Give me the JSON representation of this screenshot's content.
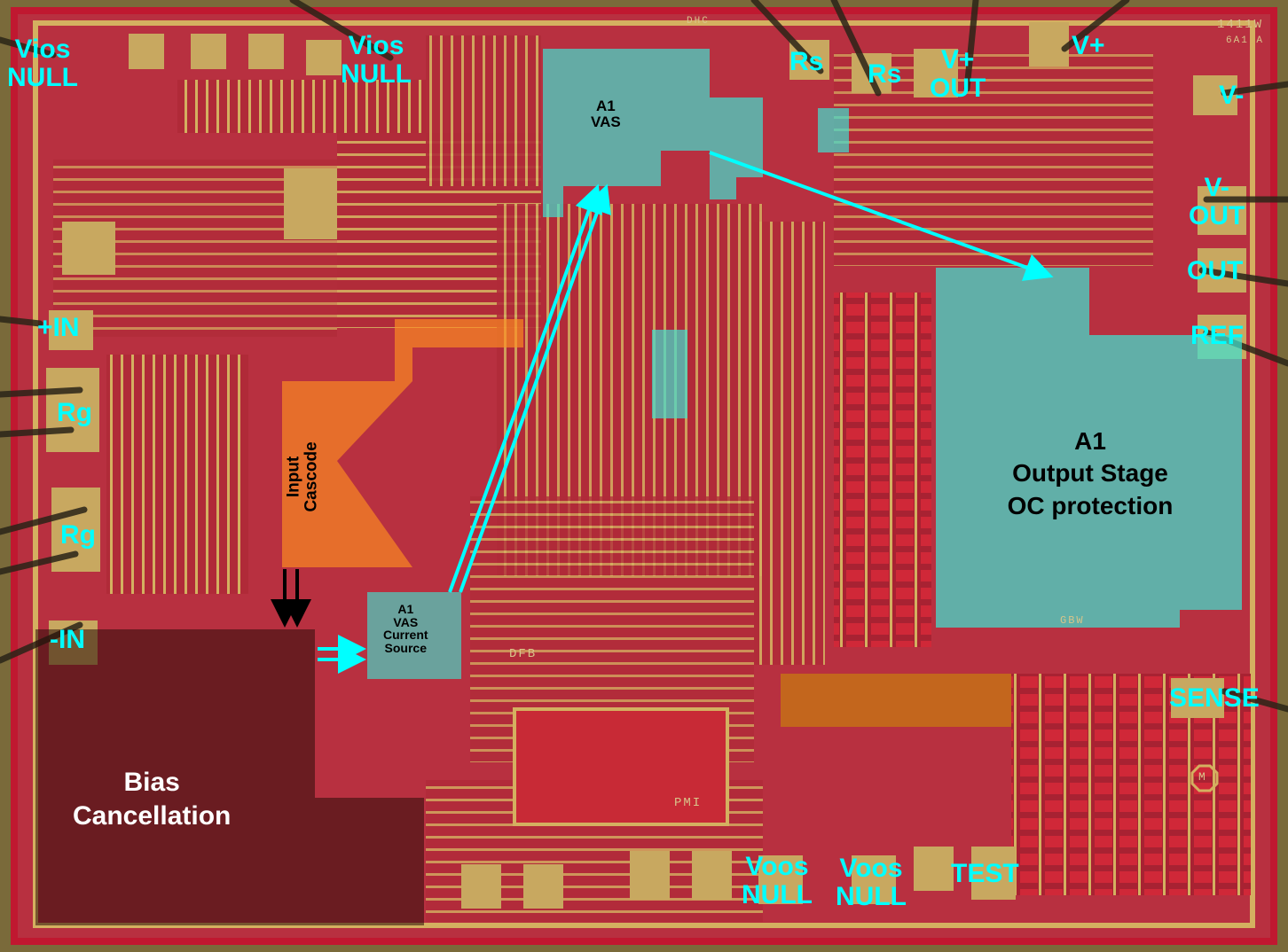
{
  "image": {
    "subject": "Annotated integrated-circuit die photo (instrumentation amplifier)",
    "colors": {
      "substrate": "#b83040",
      "metal": "#d4b060",
      "bond_pad": "#c8a860",
      "die_border": "#c01830",
      "pin_label": "#00ffff",
      "highlight_vas": "#40e0d0",
      "highlight_cascode": "#ff9020",
      "highlight_bias": "#3a1810",
      "arrow_cyan": "#00ffff",
      "arrow_black": "#000000"
    }
  },
  "pin_labels": [
    {
      "id": "vios-null-left",
      "text": [
        "Vios",
        "NULL"
      ]
    },
    {
      "id": "vios-null-right",
      "text": [
        "Vios",
        "NULL"
      ]
    },
    {
      "id": "rs-1",
      "text": [
        "Rs"
      ]
    },
    {
      "id": "rs-2",
      "text": [
        "Rs"
      ]
    },
    {
      "id": "v-plus-out",
      "text": [
        "V+",
        "OUT"
      ]
    },
    {
      "id": "v-plus",
      "text": [
        "V+"
      ]
    },
    {
      "id": "v-minus",
      "text": [
        "V-"
      ]
    },
    {
      "id": "v-minus-out",
      "text": [
        "V-",
        "OUT"
      ]
    },
    {
      "id": "out",
      "text": [
        "OUT"
      ]
    },
    {
      "id": "ref",
      "text": [
        "REF"
      ]
    },
    {
      "id": "plus-in",
      "text": [
        "+IN"
      ]
    },
    {
      "id": "rg-1",
      "text": [
        "Rg"
      ]
    },
    {
      "id": "rg-2",
      "text": [
        "Rg"
      ]
    },
    {
      "id": "minus-in",
      "text": [
        "-IN"
      ]
    },
    {
      "id": "sense",
      "text": [
        "SENSE"
      ]
    },
    {
      "id": "voos-null-1",
      "text": [
        "Voos",
        "NULL"
      ]
    },
    {
      "id": "voos-null-2",
      "text": [
        "Voos",
        "NULL"
      ]
    },
    {
      "id": "test",
      "text": [
        "TEST"
      ]
    }
  ],
  "block_labels": {
    "a1_vas": [
      "A1",
      "VAS"
    ],
    "a1_vas_current_source": [
      "A1",
      "VAS",
      "Current",
      "Source"
    ],
    "a1_output_stage": [
      "A1",
      "Output Stage",
      "OC protection"
    ],
    "input_cascode": [
      "Input",
      "Cascode"
    ],
    "bias_cancellation": [
      "Bias",
      "Cancellation"
    ]
  },
  "die_markings": {
    "part_number": "1411W",
    "mask_rev": "6A1 A",
    "top_code": "DHC",
    "dfb": "DFB",
    "pmi": "PMI",
    "gbw": "GBW",
    "logo": "M"
  }
}
